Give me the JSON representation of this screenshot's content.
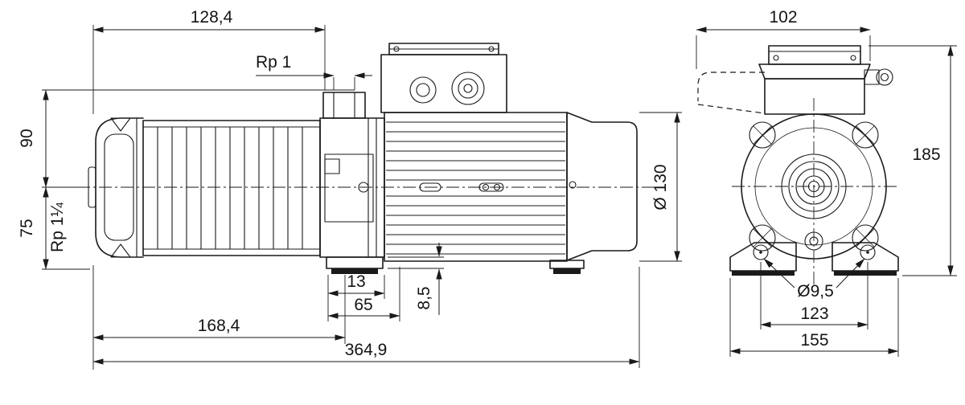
{
  "colors": {
    "line": "#1a1a1a",
    "background": "#ffffff"
  },
  "dims": {
    "side": {
      "overall_width": "128,4",
      "discharge_port": "Rp 1",
      "height_above_axis": "90",
      "height_below_axis": "75",
      "suction_port": "Rp 1¼",
      "motor_diameter": "Ø 130",
      "foot_offset": "13",
      "foot_length": "65",
      "foot_plate_thickness": "8,5",
      "pump_length": "168,4",
      "overall_length": "364,9"
    },
    "front": {
      "terminal_box_width": "102",
      "overall_height": "185",
      "foot_hole_diameter": "Ø9,5",
      "foot_hole_spacing": "123",
      "foot_width": "155"
    }
  }
}
